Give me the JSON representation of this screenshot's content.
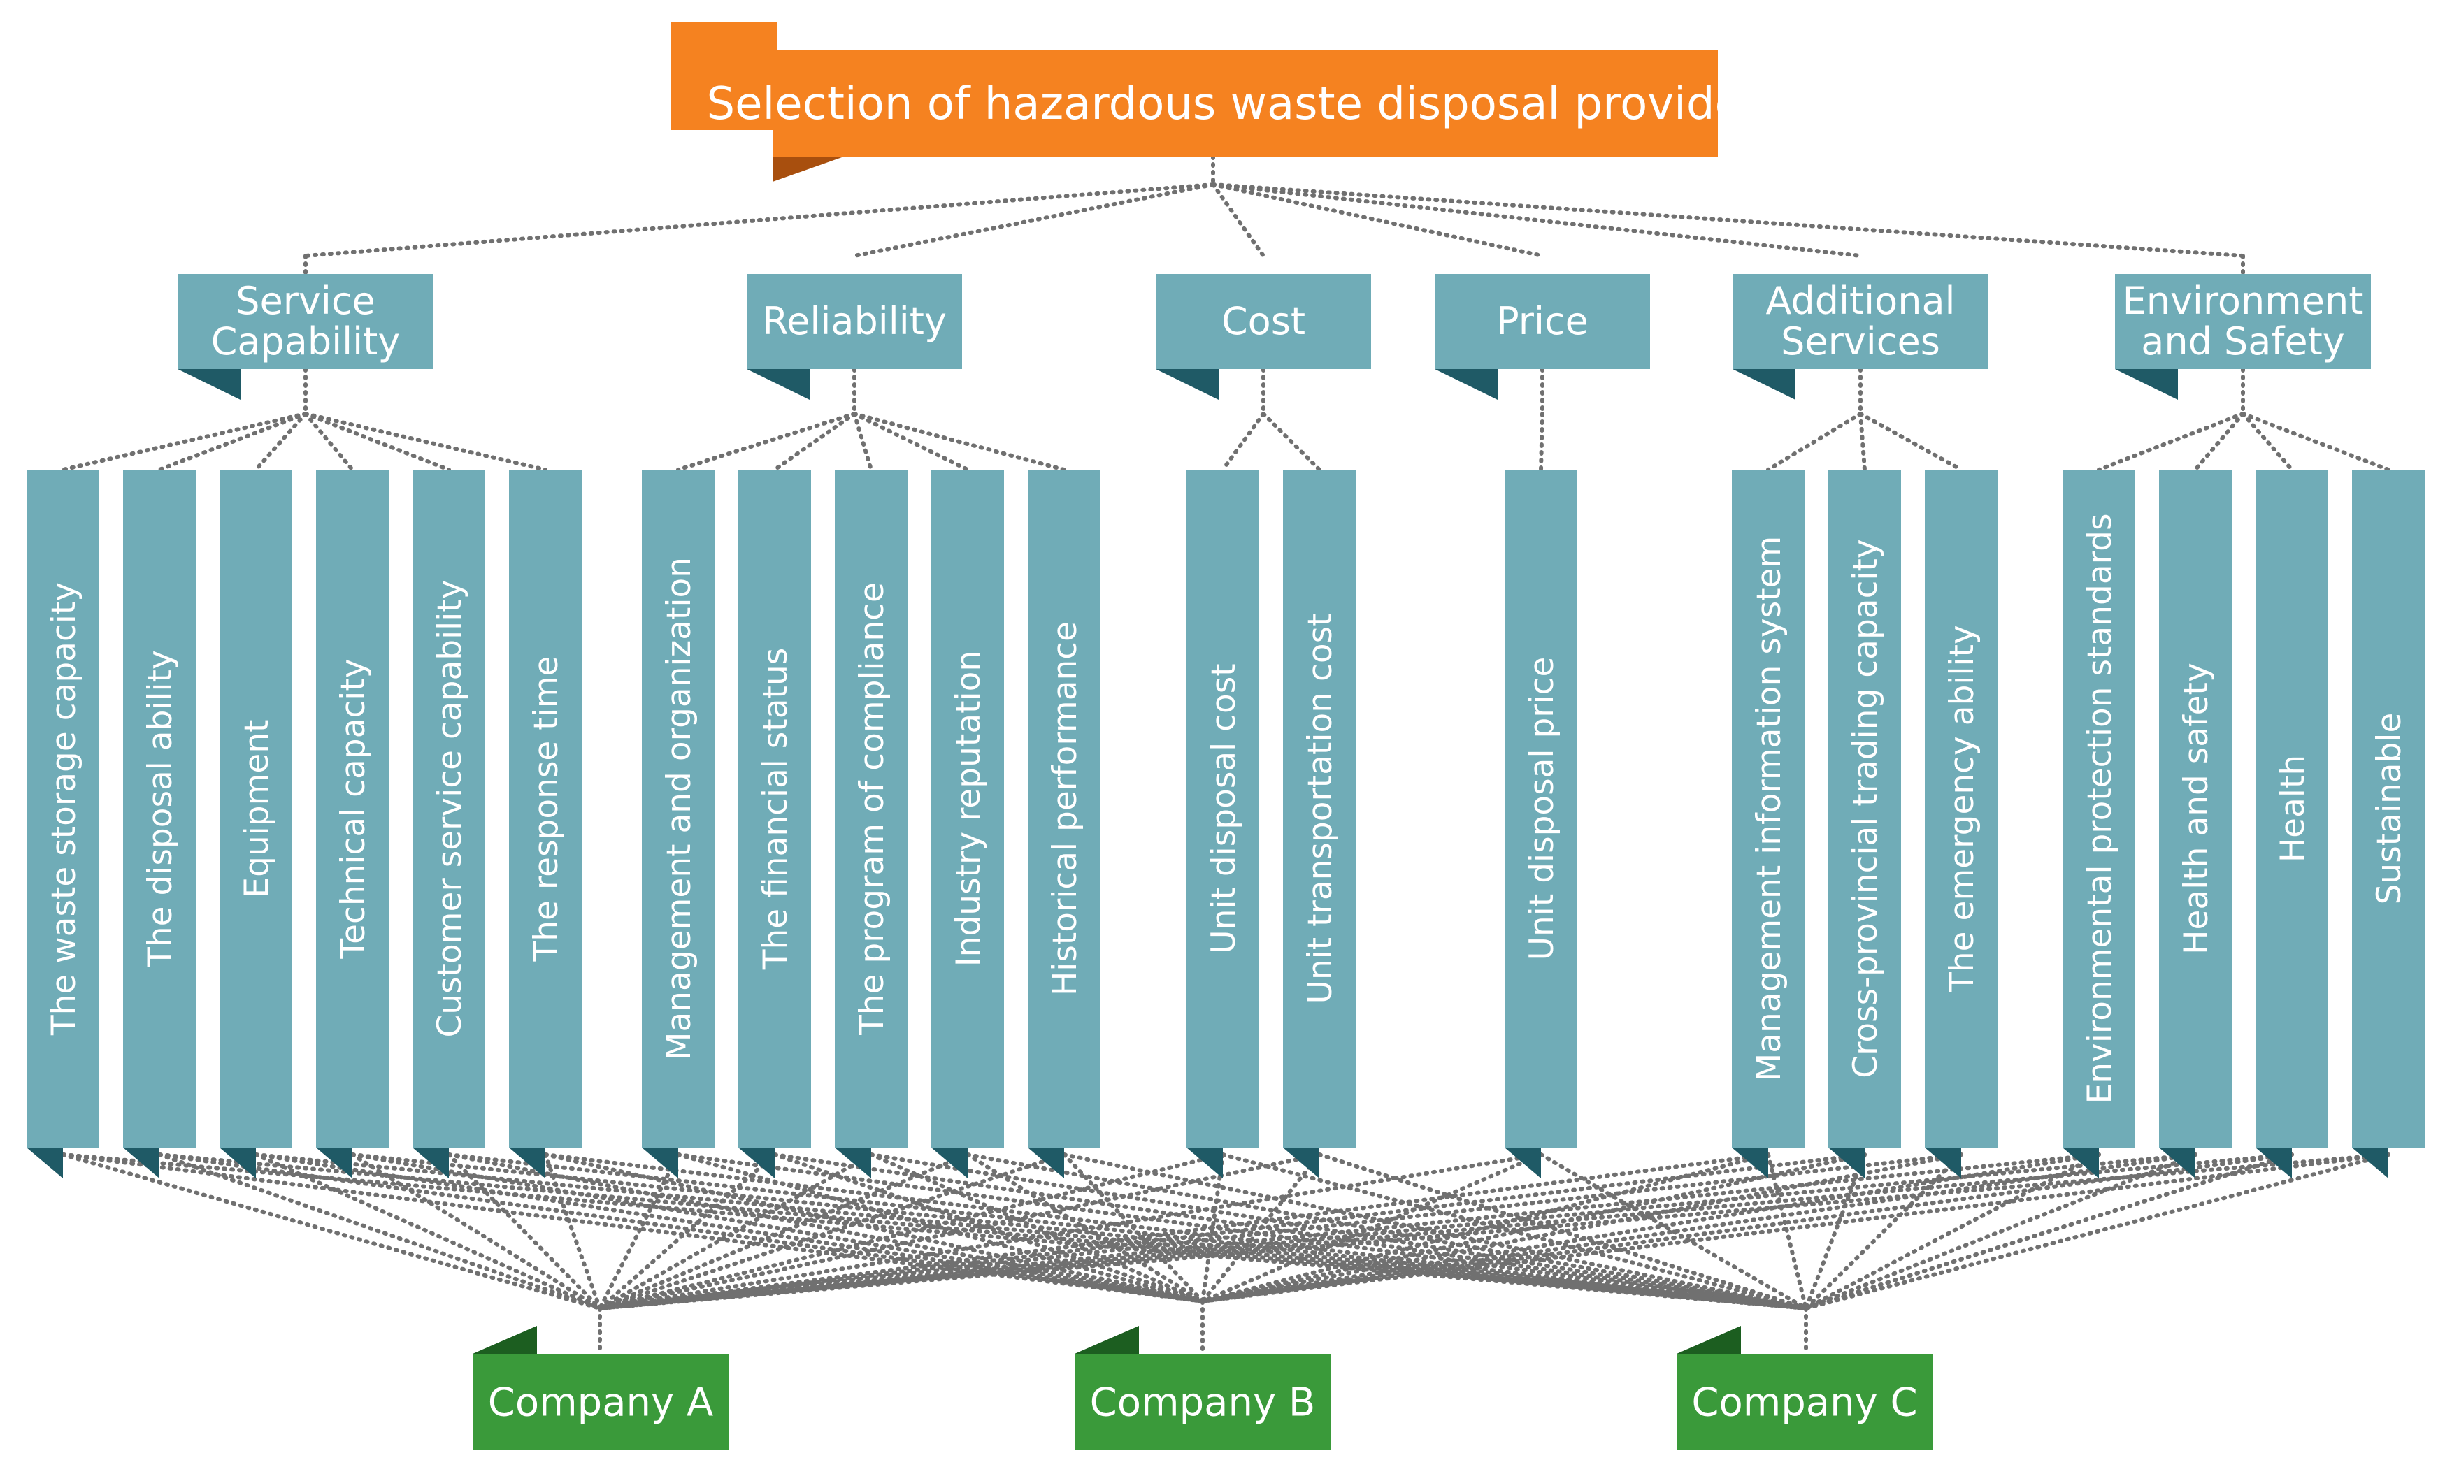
{
  "goal": {
    "label": "Selection of hazardous waste disposal providers",
    "color": "#F58220",
    "fold_color": "#A84F0E"
  },
  "criteria": [
    {
      "label_lines": [
        "Service",
        "Capability"
      ],
      "subcriteria": [
        "The waste storage capacity",
        "The disposal ability",
        "Equipment",
        "Technical capacity",
        "Customer service capability",
        "The response time"
      ]
    },
    {
      "label_lines": [
        "Reliability"
      ],
      "subcriteria": [
        "Management and organization",
        "The financial status",
        "The program of compliance",
        "Industry reputation",
        "Historical performance"
      ]
    },
    {
      "label_lines": [
        "Cost"
      ],
      "subcriteria": [
        "Unit disposal cost",
        "Unit transportation cost"
      ]
    },
    {
      "label_lines": [
        "Price"
      ],
      "subcriteria": [
        "Unit disposal price"
      ]
    },
    {
      "label_lines": [
        "Additional",
        "Services"
      ],
      "subcriteria": [
        "Management information system",
        "Cross-provincial trading capacity",
        "The emergency ability"
      ]
    },
    {
      "label_lines": [
        "Environment",
        "and Safety"
      ],
      "subcriteria": [
        "Environmental protection standards",
        "Health and safety",
        "Health",
        "Sustainable"
      ]
    }
  ],
  "alternatives": [
    "Company A",
    "Company B",
    "Company C"
  ],
  "colors": {
    "criteria": "#70ACB7",
    "criteria_fold": "#1F5A66",
    "subcriteria": "#70ACB7",
    "subcriteria_fold": "#1F5A66",
    "alternative": "#3A9A3A",
    "alternative_fold": "#1C5E20",
    "link": "#707070"
  }
}
